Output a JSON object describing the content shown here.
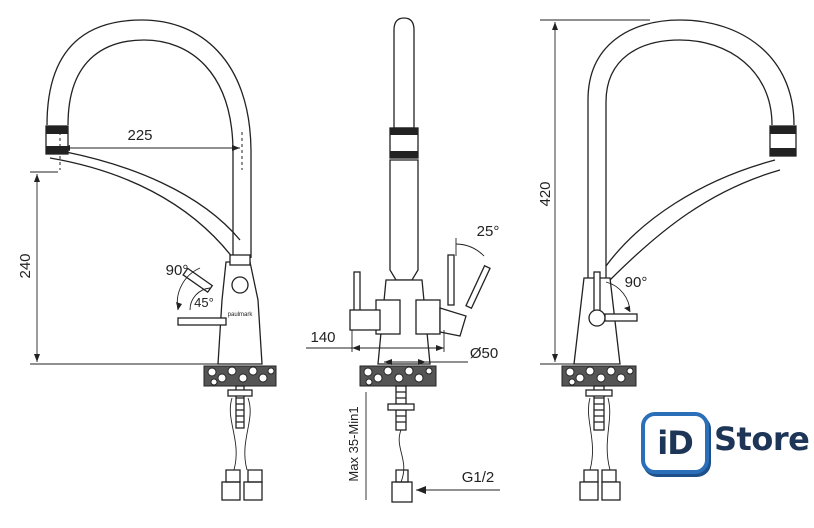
{
  "dimensions": {
    "reach": "225",
    "height_under_spout": "240",
    "lever_angle_1": "90°",
    "lever_angle_2": "45°",
    "side_angle": "25°",
    "lever_offset": "140",
    "base_diameter": "Ø50",
    "total_height": "420",
    "rear_angle": "90°",
    "counter_thickness": "Max 35-Min1",
    "thread": "G1/2"
  },
  "brand_on_body": "paulmark",
  "logo": {
    "id_text": "iD",
    "store_text": "Store",
    "accent_color": "#2a6fb8",
    "text_color": "#1d3557"
  }
}
